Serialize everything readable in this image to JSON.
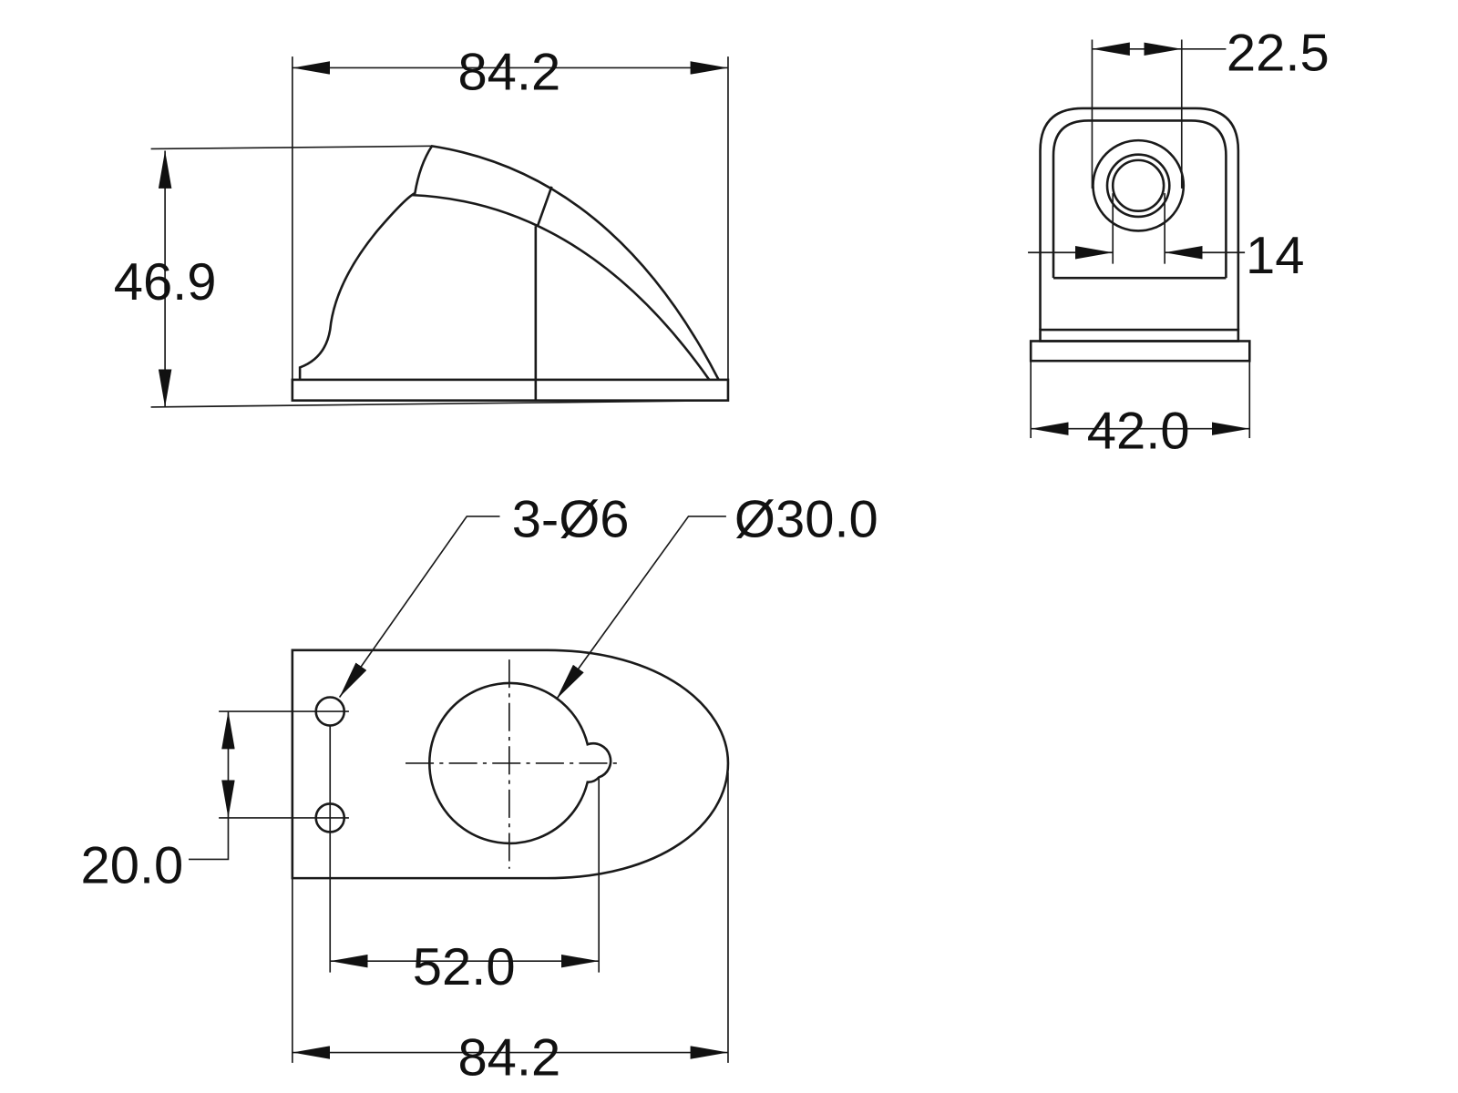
{
  "drawing": {
    "side_view": {
      "width_dim": "84.2",
      "height_dim": "46.9"
    },
    "front_view": {
      "outer_dia_dim": "22.5",
      "inner_dia_dim": "14",
      "width_dim": "42.0"
    },
    "top_view": {
      "holes_callout": "3-Ø6",
      "large_hole_callout": "Ø30.0",
      "hole_spacing_dim": "20.0",
      "center_distance_dim": "52.0",
      "length_dim": "84.2"
    },
    "line_color": "#1a1a1a"
  }
}
